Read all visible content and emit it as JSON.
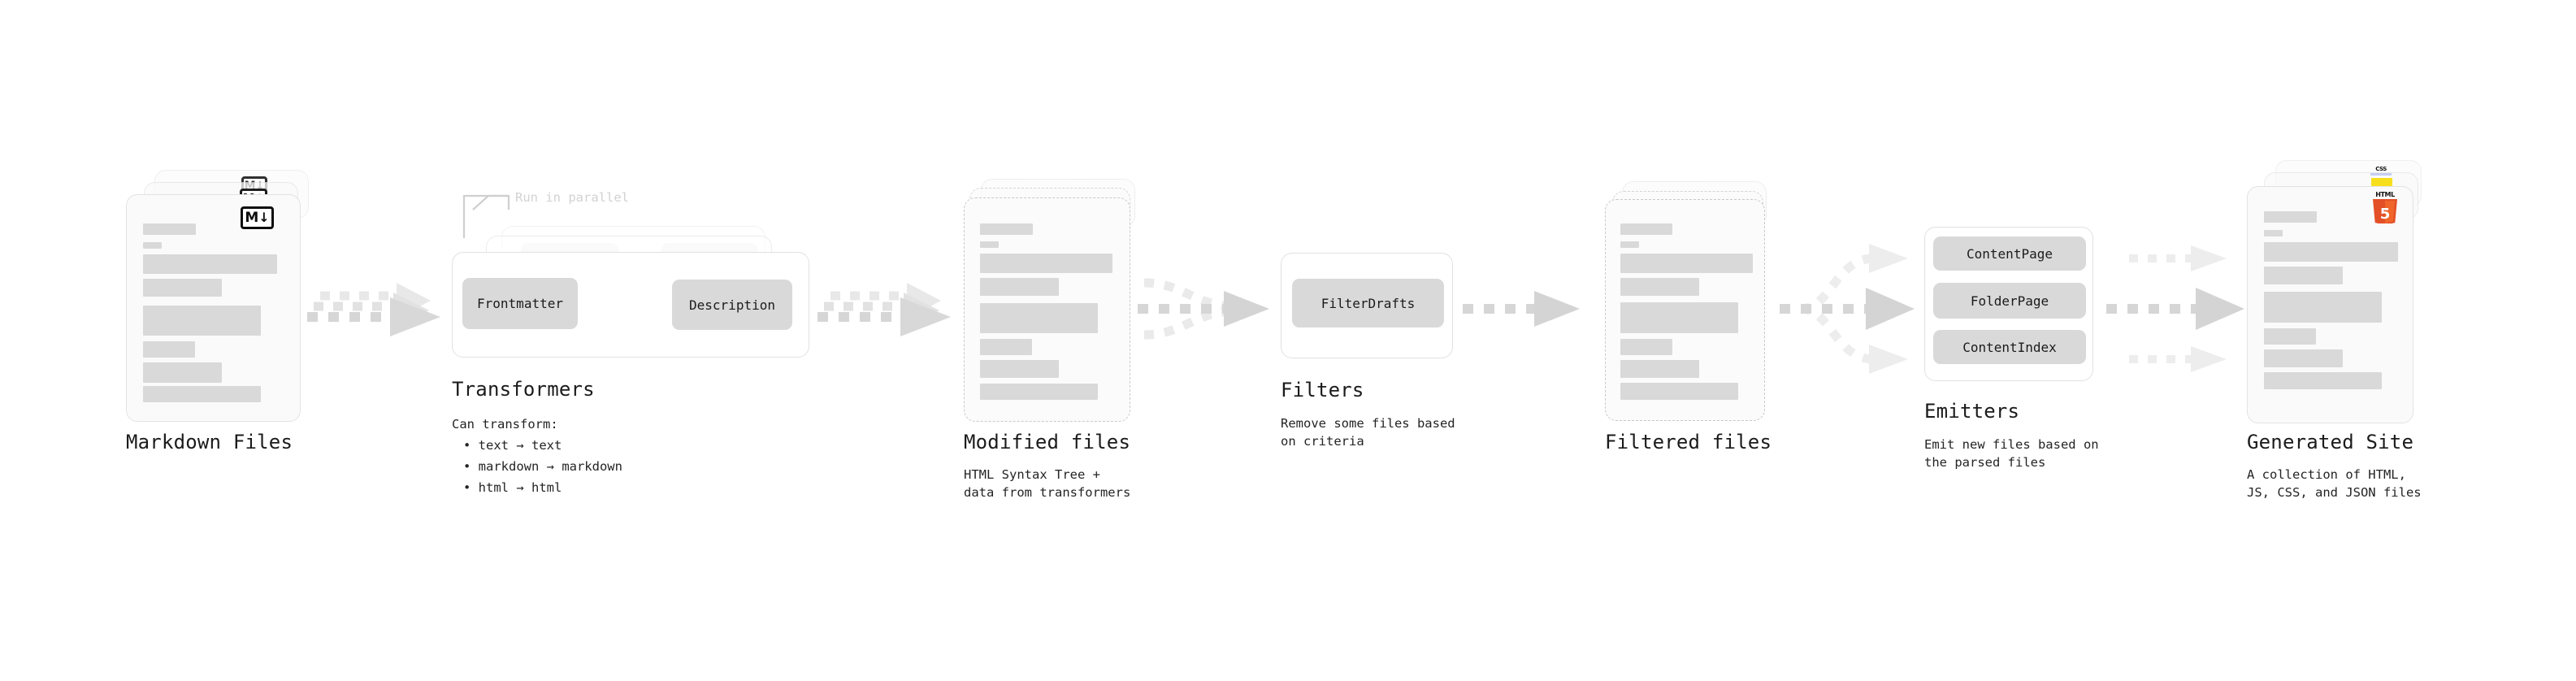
{
  "diagram": {
    "title": "Quartz static site generation pipeline",
    "type": "pipeline-flow",
    "background": "#ffffff",
    "accent_colors": {
      "bar": "#D9D9D9",
      "card_bg": "#FAFAFA",
      "card_border": "#E3E3E3",
      "chip_bg": "#D9D9D9",
      "arrow": "#D5D5D5",
      "text": "#1b1b1b",
      "muted_text": "#D2D2D2",
      "html5_orange": "#E34F26",
      "css_blue": "#264DE4",
      "js_yellow": "#F7DF1E"
    }
  },
  "stages": [
    {
      "id": "markdown-files",
      "title": "Markdown Files",
      "kind": "file-stack",
      "stack_count": 3,
      "border_style": "solid",
      "badge": "markdown-icon",
      "badge_label": "M",
      "caption": "",
      "caption_lines": []
    },
    {
      "id": "transformers",
      "title": "Transformers",
      "kind": "process-stack",
      "stack_count": 3,
      "annotation": "Run in parallel",
      "chips": [
        "Frontmatter",
        "Description"
      ],
      "caption_lead": "Can transform:",
      "caption_bullets": [
        "text → text",
        "markdown → markdown",
        "html → html"
      ],
      "caption_lines": []
    },
    {
      "id": "modified-files",
      "title": "Modified files",
      "kind": "file-stack",
      "stack_count": 3,
      "border_style": "dashed",
      "caption_lines": [
        "HTML Syntax Tree +",
        "data from transformers"
      ]
    },
    {
      "id": "filters",
      "title": "Filters",
      "kind": "process",
      "chips": [
        "FilterDrafts"
      ],
      "caption_lines": [
        "Remove some files based",
        "on criteria"
      ]
    },
    {
      "id": "filtered-files",
      "title": "Filtered files",
      "kind": "file-stack",
      "stack_count": 3,
      "border_style": "dashed",
      "caption_lines": []
    },
    {
      "id": "emitters",
      "title": "Emitters",
      "kind": "process",
      "chips": [
        "ContentPage",
        "FolderPage",
        "ContentIndex"
      ],
      "caption_lines": [
        "Emit new files based on",
        "the parsed files"
      ]
    },
    {
      "id": "generated-site",
      "title": "Generated Site",
      "kind": "file-stack",
      "stack_count": 3,
      "border_style": "solid",
      "badges": [
        "html5-icon",
        "js-icon",
        "css-icon"
      ],
      "caption_lines": [
        "A collection of HTML,",
        "JS, CSS, and JSON files"
      ]
    }
  ],
  "labels": {
    "markdown_files": "Markdown Files",
    "transformers": "Transformers",
    "modified_files": "Modified files",
    "filters": "Filters",
    "filtered_files": "Filtered files",
    "emitters": "Emitters",
    "generated_site": "Generated Site",
    "run_in_parallel": "Run in parallel",
    "can_transform": "Can transform:",
    "bullet_text": "• text → text",
    "bullet_markdown": "• markdown → markdown",
    "bullet_html": "• html → html",
    "modified_caption_1": "HTML Syntax Tree +",
    "modified_caption_2": "data from transformers",
    "filters_caption_1": "Remove some files based",
    "filters_caption_2": "on criteria",
    "emitters_caption_1": "Emit new files based on",
    "emitters_caption_2": "the parsed files",
    "generated_caption_1": "A collection of HTML,",
    "generated_caption_2": "JS, CSS, and JSON files",
    "chip_frontmatter": "Frontmatter",
    "chip_description": "Description",
    "chip_filterdrafts": "FilterDrafts",
    "chip_contentpage": "ContentPage",
    "chip_folderpage": "FolderPage",
    "chip_contentindex": "ContentIndex",
    "md_badge_letter": "M",
    "css_badge_text": "CSS",
    "html5_badge_text": "HTML",
    "html5_badge_digit": "5"
  }
}
